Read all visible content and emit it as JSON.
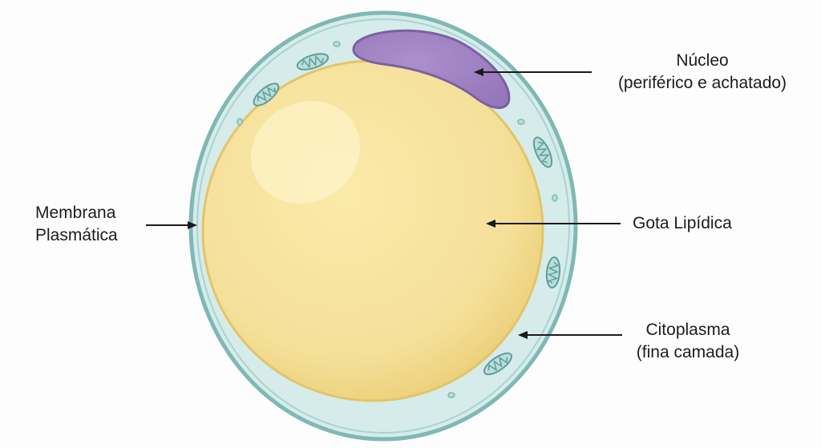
{
  "labels": {
    "nucleus": {
      "line1": "Núcleo",
      "line2": "(periférico e achatado)"
    },
    "membrane": {
      "line1": "Membrana",
      "line2": "Plasmática"
    },
    "lipid_droplet": {
      "line1": "Gota Lipídica"
    },
    "cytoplasm": {
      "line1": "Citoplasma",
      "line2": "(fina camada)"
    }
  },
  "colors": {
    "membrane_outline": "#7fb8b4",
    "cytoplasm_fill": "#d6ecea",
    "lipid_fill": "#f6e39b",
    "lipid_edge": "#e8c76a",
    "nucleus_fill": "#a183c1",
    "nucleus_edge": "#7e5fa3",
    "mitochondria": "#b9dedc",
    "arrow": "#1a1a1a"
  },
  "icons": [
    "mitochondrion-icon",
    "vesicle-icon",
    "arrow-icon"
  ]
}
